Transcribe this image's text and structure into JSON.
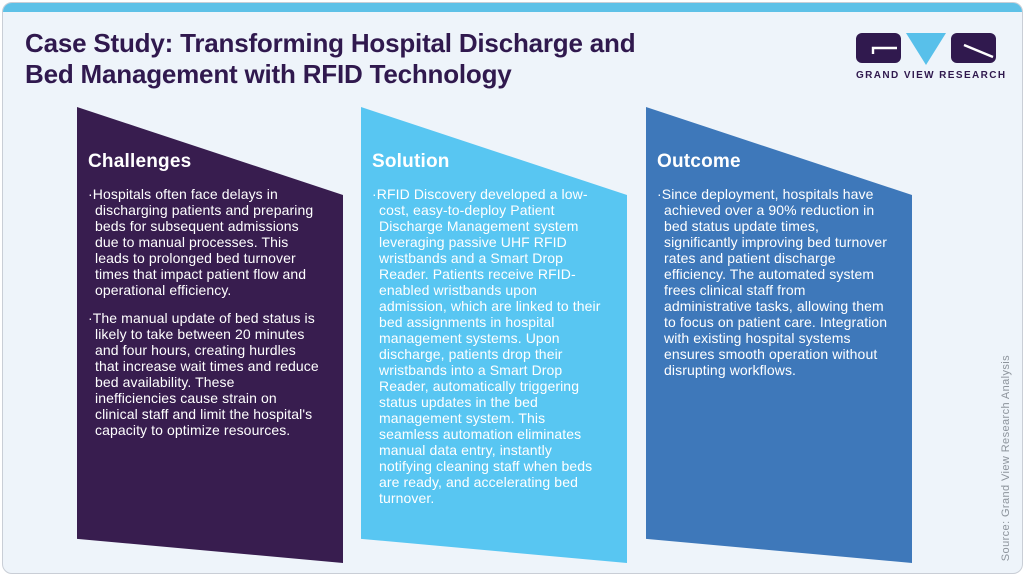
{
  "header": {
    "title": "Case Study: Transforming Hospital Discharge and\nBed Management with RFID Technology"
  },
  "logo": {
    "text": "GRAND VIEW RESEARCH",
    "glyphs": [
      "g-block",
      "v-triangle",
      "r-block"
    ]
  },
  "panels": [
    {
      "heading": "Challenges",
      "color": "#381d4f",
      "bullets": [
        "Hospitals often face delays in discharging patients and preparing beds for subsequent admissions due to manual processes. This leads to prolonged bed turnover times that impact patient flow and operational efficiency.",
        "The manual update of bed status is likely to take between 20 minutes and four hours, creating hurdles that increase wait times and reduce bed availability. These inefficiencies cause strain on clinical staff and limit the hospital's capacity to optimize resources."
      ]
    },
    {
      "heading": "Solution",
      "color": "#58c6f2",
      "bullets": [
        "RFID Discovery developed a low-cost, easy-to-deploy Patient Discharge Management system leveraging passive UHF RFID wristbands and a Smart Drop Reader. Patients receive RFID-enabled wristbands upon admission, which are linked to their bed assignments in hospital management systems. Upon discharge, patients drop their wristbands into a Smart Drop Reader, automatically triggering status updates in the bed management system. This seamless automation eliminates manual data entry, instantly notifying cleaning staff when beds are ready, and accelerating bed turnover."
      ]
    },
    {
      "heading": "Outcome",
      "color": "#3e78ba",
      "bullets": [
        "Since deployment, hospitals have achieved over a 90% reduction in bed status update times, significantly improving bed turnover rates and patient discharge efficiency. The automated system frees clinical staff from administrative tasks, allowing them to focus on patient care. Integration with existing hospital systems ensures smooth operation without disrupting workflows."
      ]
    }
  ],
  "footer": {
    "source": "Source: Grand View Research Analysis"
  },
  "colors": {
    "topbar": "#5ec1e7",
    "title_text": "#30194e",
    "card_bg": "#eef4fa",
    "logo_purple": "#30194e",
    "logo_blue": "#58c0ea",
    "source_text": "#8d949c"
  }
}
